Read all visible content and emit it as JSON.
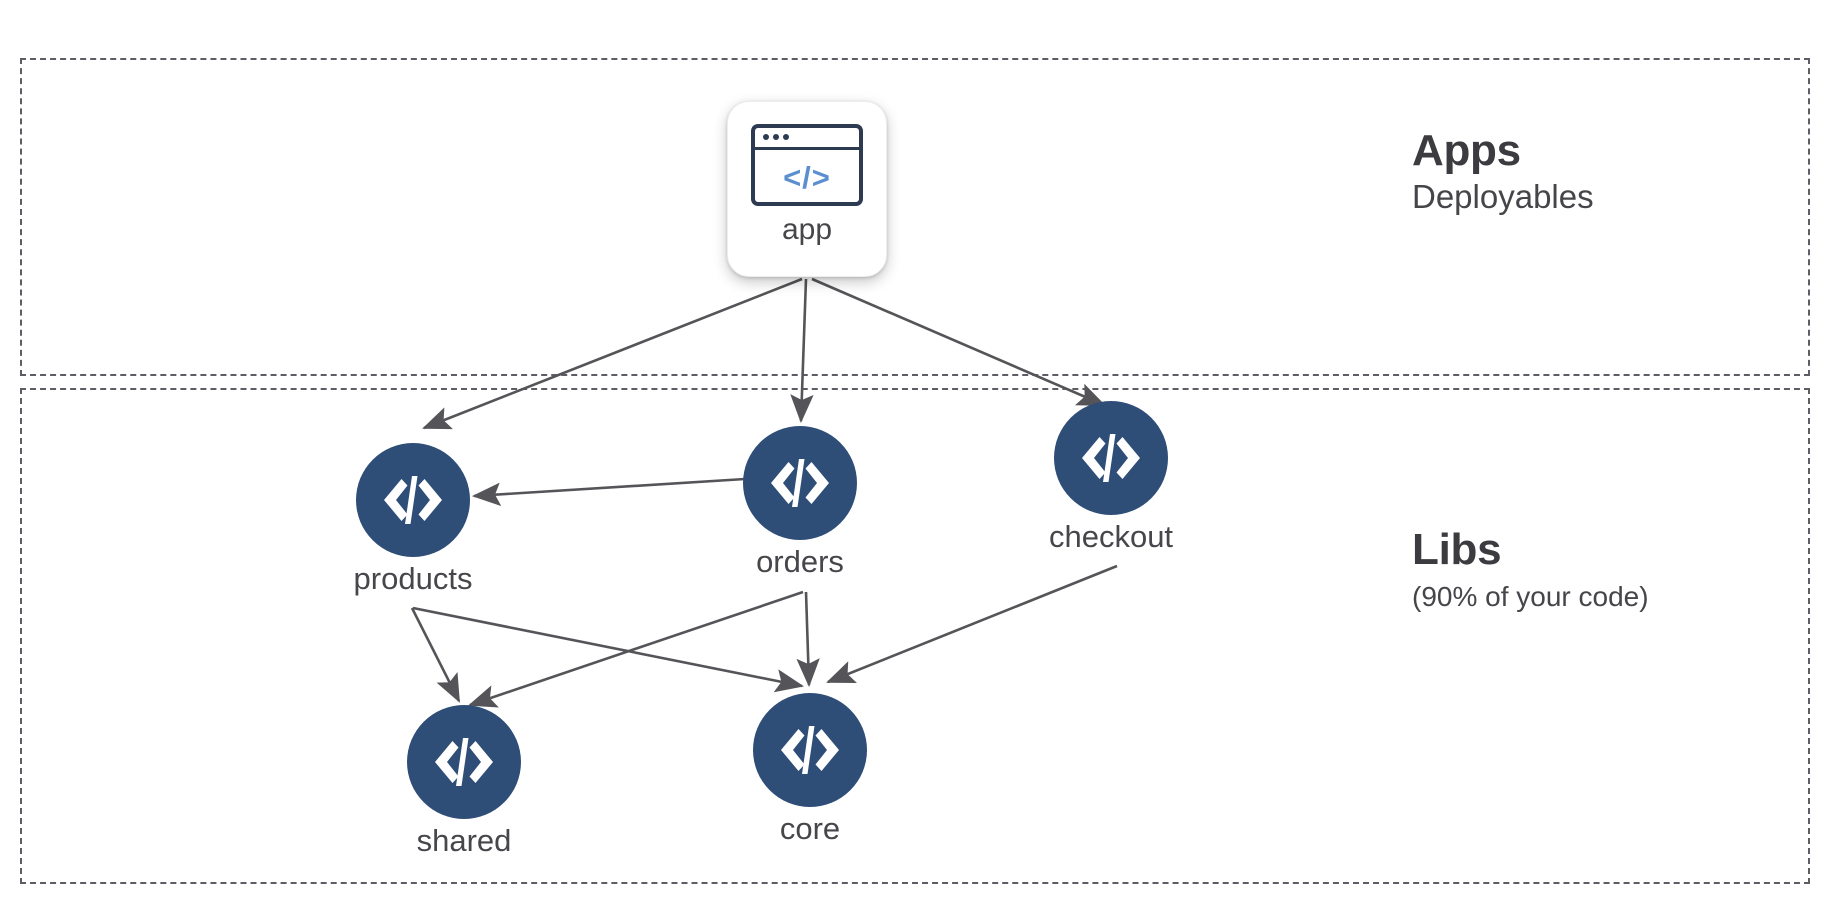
{
  "diagram": {
    "type": "dependency-graph",
    "title_visible": false,
    "colors": {
      "lib_node_fill": "#2e4d77",
      "app_card_border": "#2c3a52",
      "app_code_accent": "#5b8fd0",
      "zone_border": "#5d5d66",
      "edge_stroke": "#555559",
      "text": "#46464b",
      "background": "#ffffff"
    },
    "zones": [
      {
        "id": "apps",
        "title": "Apps",
        "subtitle": "Deployables",
        "subtitle_size": "large"
      },
      {
        "id": "libs",
        "title": "Libs",
        "subtitle": "(90% of your code)",
        "subtitle_size": "small"
      }
    ],
    "nodes": [
      {
        "id": "app",
        "label": "app",
        "zone": "apps",
        "shape": "rounded-card",
        "icon": "code-window-icon",
        "code_glyph": "</>"
      },
      {
        "id": "products",
        "label": "products",
        "zone": "libs",
        "shape": "circle",
        "icon": "code-brackets-icon"
      },
      {
        "id": "orders",
        "label": "orders",
        "zone": "libs",
        "shape": "circle",
        "icon": "code-brackets-icon"
      },
      {
        "id": "checkout",
        "label": "checkout",
        "zone": "libs",
        "shape": "circle",
        "icon": "code-brackets-icon"
      },
      {
        "id": "shared",
        "label": "shared",
        "zone": "libs",
        "shape": "circle",
        "icon": "code-brackets-icon"
      },
      {
        "id": "core",
        "label": "core",
        "zone": "libs",
        "shape": "circle",
        "icon": "code-brackets-icon"
      }
    ],
    "edges": [
      {
        "from": "app",
        "to": "products"
      },
      {
        "from": "app",
        "to": "orders"
      },
      {
        "from": "app",
        "to": "checkout"
      },
      {
        "from": "orders",
        "to": "products"
      },
      {
        "from": "products",
        "to": "shared"
      },
      {
        "from": "products",
        "to": "core"
      },
      {
        "from": "orders",
        "to": "shared"
      },
      {
        "from": "orders",
        "to": "core"
      },
      {
        "from": "checkout",
        "to": "core"
      }
    ]
  }
}
